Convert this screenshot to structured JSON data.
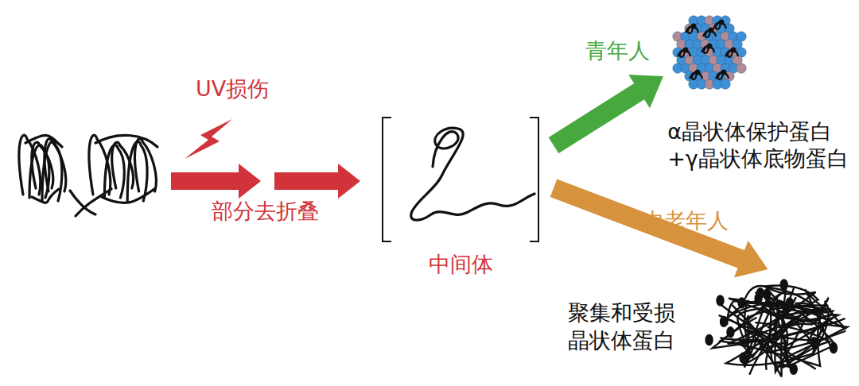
{
  "diagram": {
    "nodes": [
      {
        "text": [
          "中间体"
        ]
      },
      {
        "text": [
          "α晶状体保护蛋白 +γ晶状体底物蛋白"
        ]
      },
      {
        "text": [
          "聚集和受损 晶状体蛋白"
        ]
      }
    ],
    "edges": [
      {
        "from": 0,
        "to": 1,
        "arrow": "to",
        "label": "青年人"
      },
      {
        "from": 0,
        "to": 2,
        "arrow": "to",
        "label": "中老年人"
      }
    ],
    "labels": [
      "UV损伤",
      "部分去折叠"
    ]
  }
}
